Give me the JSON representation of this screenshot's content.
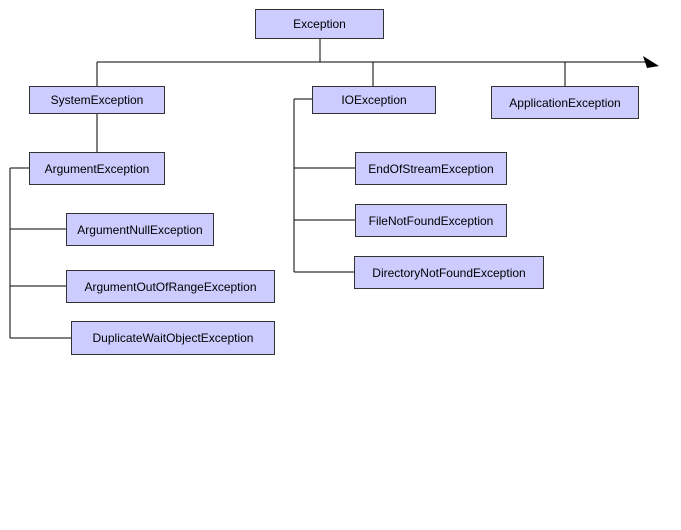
{
  "colors": {
    "box_fill": "#ccccff",
    "box_border": "#333333",
    "line": "#000000"
  },
  "nodes": {
    "exception": "Exception",
    "system_exception": "SystemException",
    "io_exception": "IOException",
    "application_exception": "ApplicationException",
    "argument_exception": "ArgumentException",
    "argument_null_exception": "ArgumentNullException",
    "argument_out_of_range_exception": "ArgumentOutOfRangeException",
    "duplicate_wait_object_exception": "DuplicateWaitObjectException",
    "end_of_stream_exception": "EndOfStreamException",
    "file_not_found_exception": "FileNotFoundException",
    "directory_not_found_exception": "DirectoryNotFoundException"
  }
}
